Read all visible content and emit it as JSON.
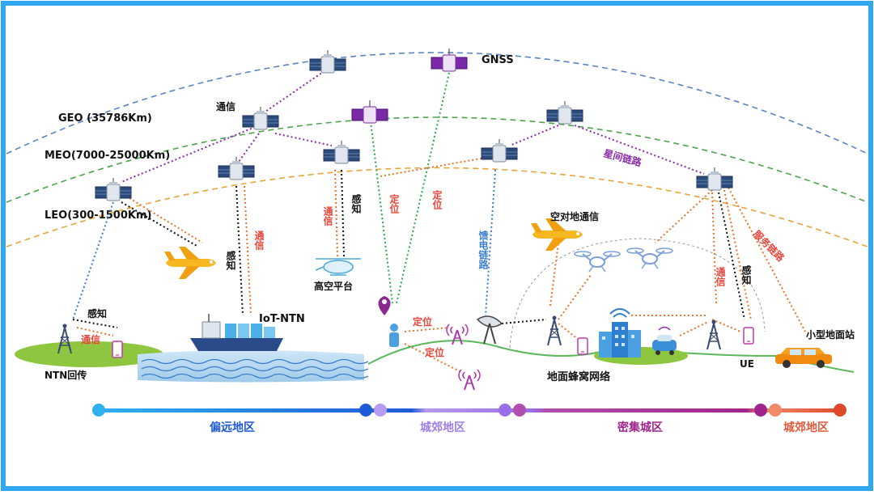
{
  "orbits": {
    "geo": "GEO (35786Km)",
    "meo": "MEO(7000-25000Km)",
    "leo": "LEO(300-1500Km)"
  },
  "labels": {
    "gnss": "GNSS",
    "comm_top": "通信",
    "comm": "通信",
    "sense": "感知",
    "positioning": "定位",
    "inter_satellite_link": "星间链路",
    "feeder_link": "馈电链路",
    "service_link": "服务链路",
    "air_to_ground": "空对地通信",
    "high_altitude_platform": "高空平台",
    "iot_ntn": "IoT-NTN",
    "ntn_backhaul": "NTN回传",
    "ground_cellular": "地面蜂窝网络",
    "ue": "UE",
    "small_ground_station": "小型地面站"
  },
  "regions": [
    {
      "label": "偏远地区",
      "color": "#1f5bd6"
    },
    {
      "label": "城郊地区",
      "color": "#a07de8"
    },
    {
      "label": "密集城区",
      "color": "#a0248c"
    },
    {
      "label": "城郊地区",
      "color": "#e05a3a"
    }
  ],
  "colors": {
    "frame": "#2fa7f2",
    "geo_orbit": "#5b84c4",
    "meo_orbit": "#4aa64a",
    "leo_orbit": "#e8a43a",
    "gnss_satellite": "#7a2aa8",
    "link_orange": "#e8742a",
    "link_black": "#111111",
    "link_purple": "#8a2aa8",
    "link_blue": "#3a7fd0",
    "link_green": "#2aa84a",
    "label_red": "#e8463a"
  }
}
